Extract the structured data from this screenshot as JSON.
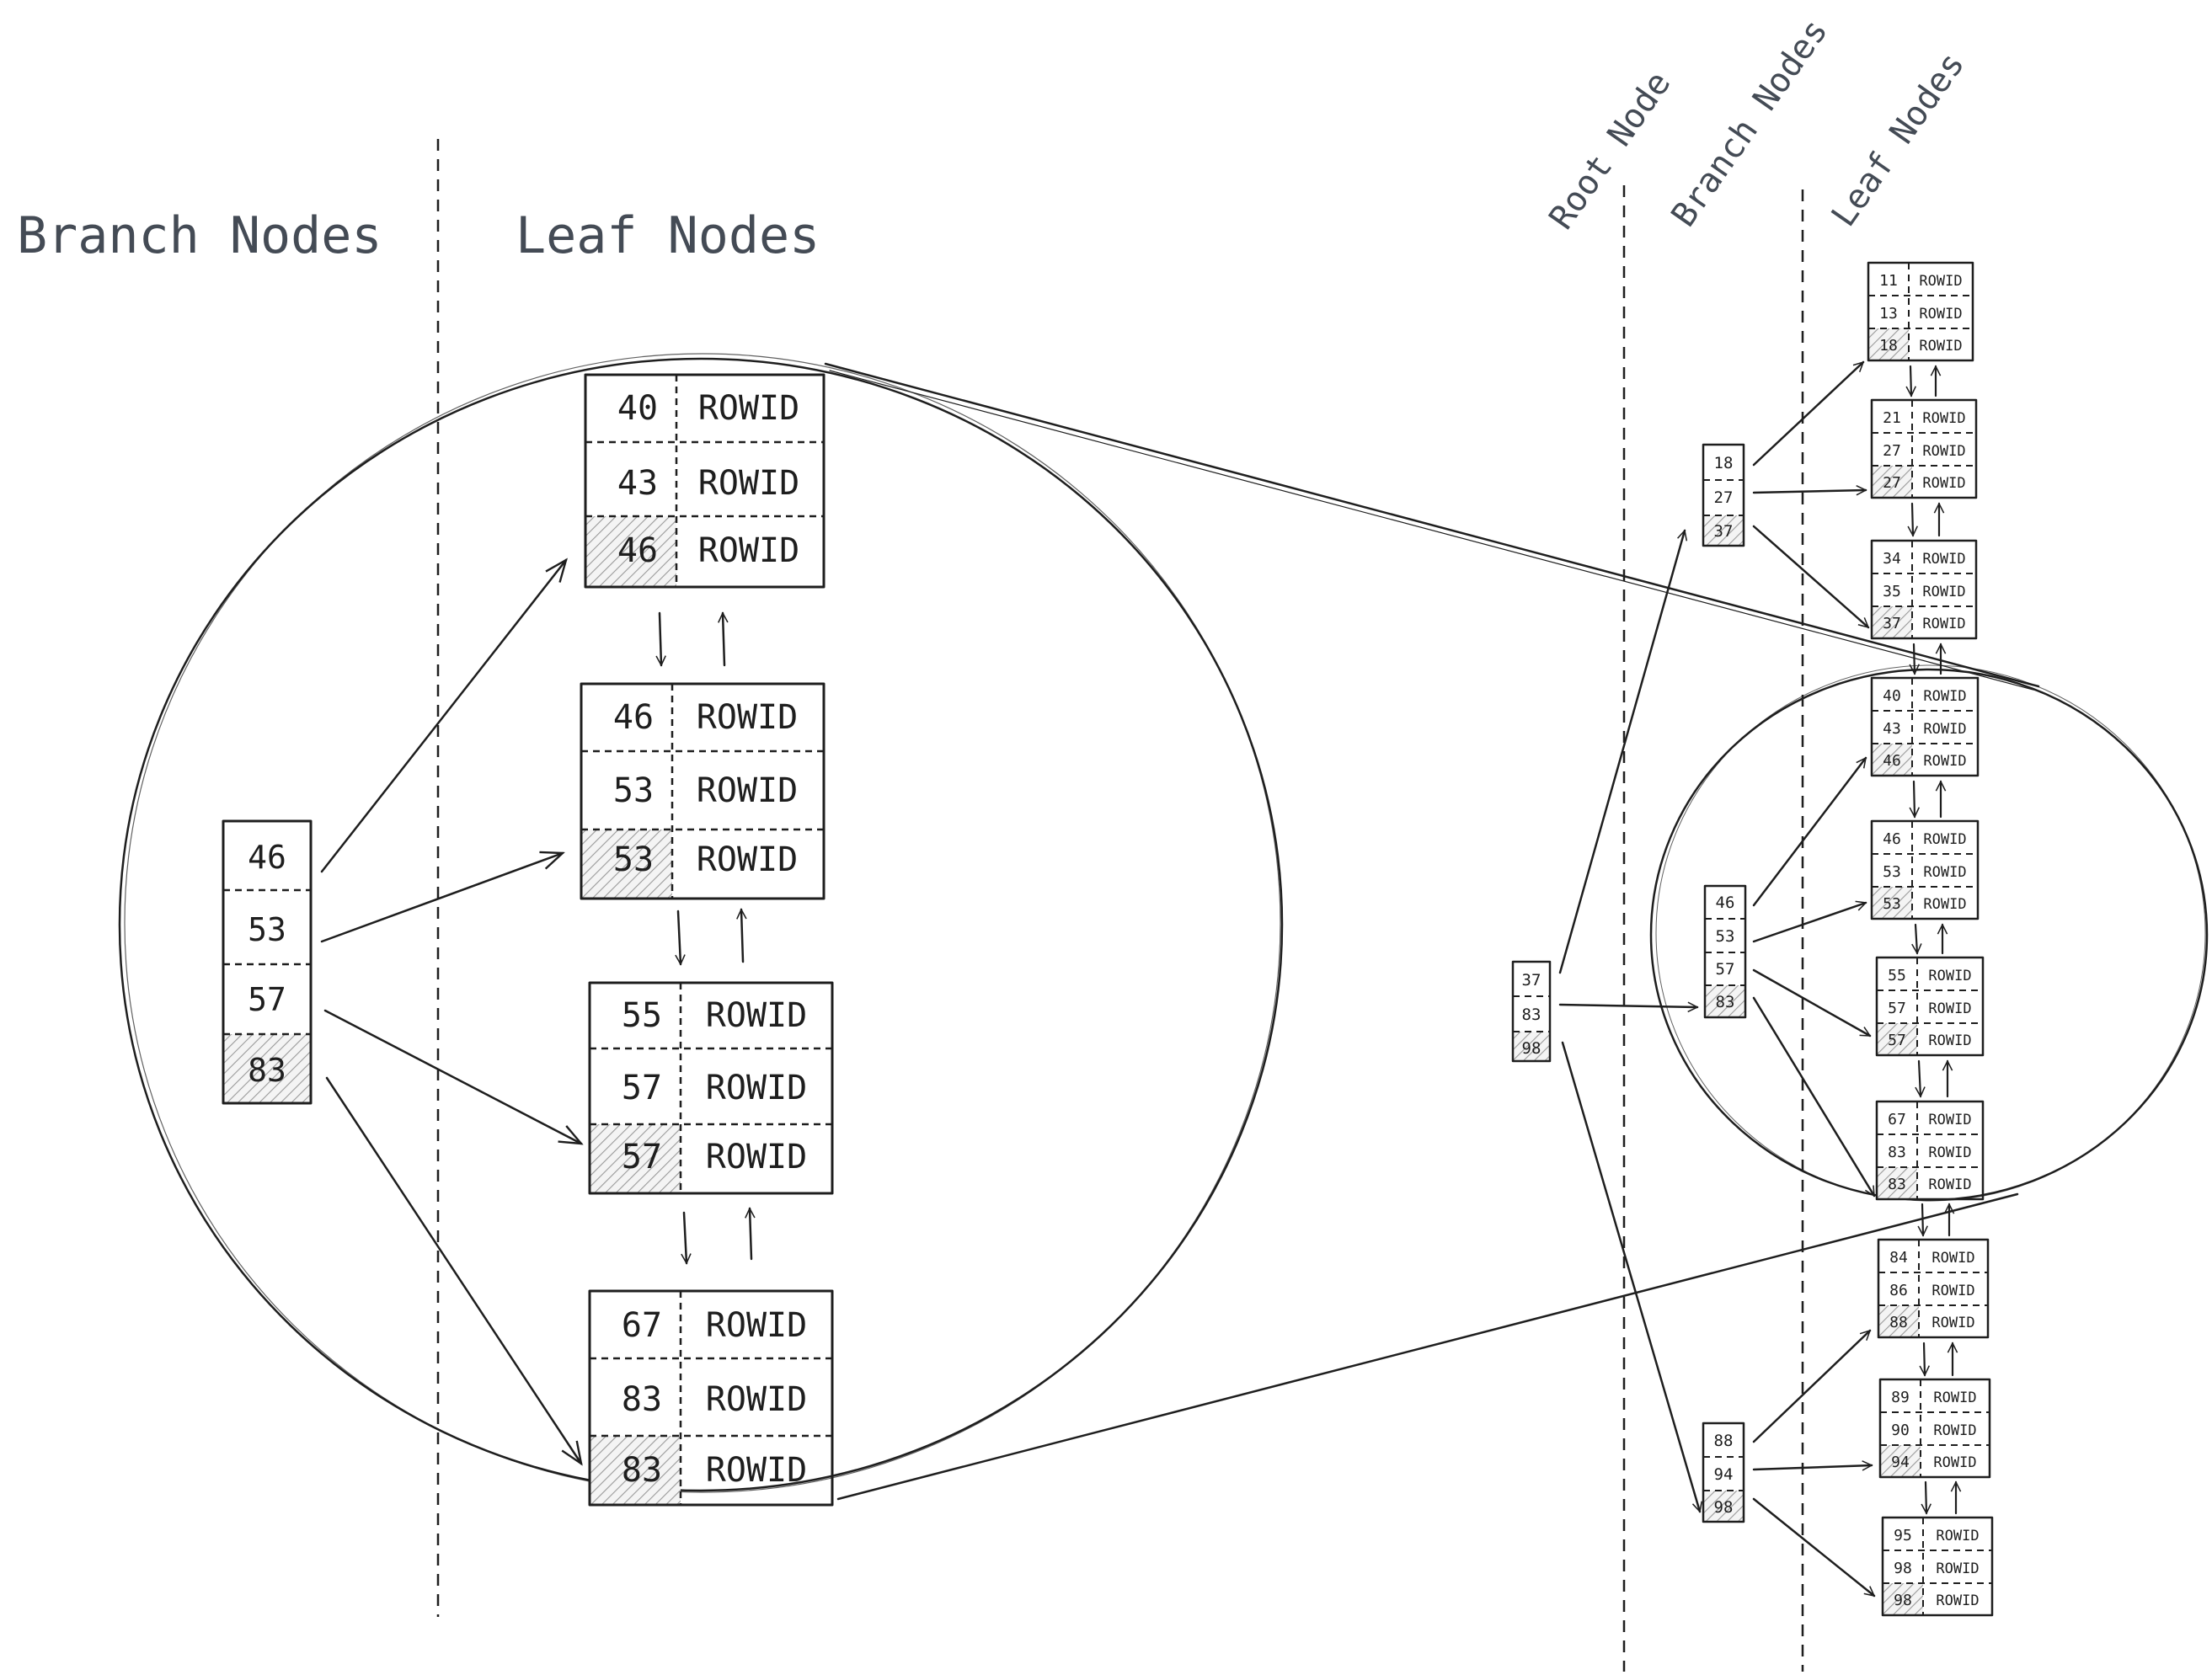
{
  "labels": {
    "branch_nodes": "Branch Nodes",
    "leaf_nodes": "Leaf Nodes",
    "root_node": "Root Node",
    "rowid": "ROWID"
  },
  "zoom": {
    "branch": [
      "46",
      "53",
      "57",
      "83"
    ],
    "leaves": [
      [
        "40",
        "43",
        "46"
      ],
      [
        "46",
        "53",
        "53"
      ],
      [
        "55",
        "57",
        "57"
      ],
      [
        "67",
        "83",
        "83"
      ]
    ]
  },
  "tree": {
    "root": [
      "37",
      "83",
      "98"
    ],
    "branches": [
      [
        "18",
        "27",
        "37"
      ],
      [
        "46",
        "53",
        "57",
        "83"
      ],
      [
        "88",
        "94",
        "98"
      ]
    ],
    "leaves": [
      [
        "11",
        "13",
        "18"
      ],
      [
        "21",
        "27",
        "27"
      ],
      [
        "34",
        "35",
        "37"
      ],
      [
        "40",
        "43",
        "46"
      ],
      [
        "46",
        "53",
        "53"
      ],
      [
        "55",
        "57",
        "57"
      ],
      [
        "67",
        "83",
        "83"
      ],
      [
        "84",
        "86",
        "88"
      ],
      [
        "89",
        "90",
        "94"
      ],
      [
        "95",
        "98",
        "98"
      ]
    ]
  },
  "colors": {
    "ink": "#1e1e1e",
    "heading": "#444b55",
    "hatch": "#9a9a9a"
  }
}
